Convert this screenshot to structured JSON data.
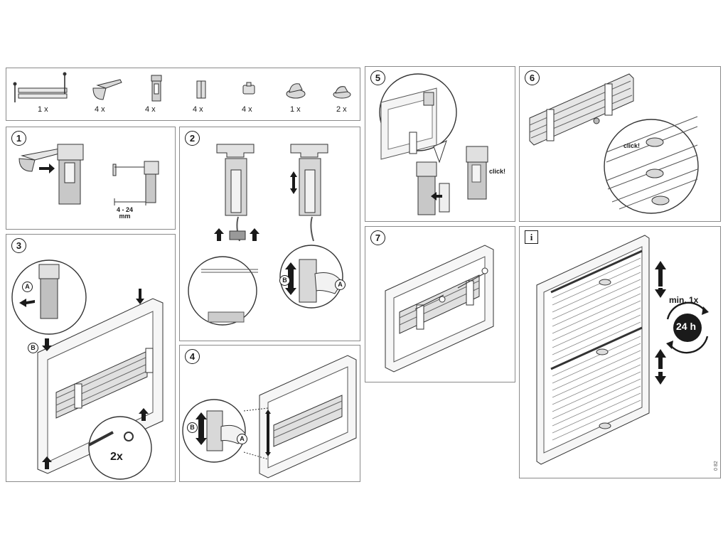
{
  "parts": [
    {
      "icon": "rail-bracket-set-icon",
      "qty": "1 x"
    },
    {
      "icon": "clamp-arm-icon",
      "qty": "4 x"
    },
    {
      "icon": "clamp-bracket-icon",
      "qty": "4 x"
    },
    {
      "icon": "bracket-cover-icon",
      "qty": "4 x"
    },
    {
      "icon": "cord-clip-icon",
      "qty": "4 x"
    },
    {
      "icon": "handle-tall-icon",
      "qty": "1 x"
    },
    {
      "icon": "handle-small-icon",
      "qty": "2 x"
    }
  ],
  "steps": {
    "s1": {
      "num": "1",
      "measure": "4 - 24\nmm"
    },
    "s2": {
      "num": "2",
      "label_a": "A",
      "label_b": "B"
    },
    "s3": {
      "num": "3",
      "label_a": "A",
      "label_b": "B",
      "count": "2x"
    },
    "s4": {
      "num": "4",
      "label_a": "A",
      "label_b": "B"
    },
    "s5": {
      "num": "5",
      "click": "click!"
    },
    "s6": {
      "num": "6",
      "click": "click!"
    },
    "s7": {
      "num": "7"
    },
    "info": {
      "icon": "i",
      "min": "min. 1x",
      "hours": "24 h"
    }
  },
  "doc_code": "0 82"
}
